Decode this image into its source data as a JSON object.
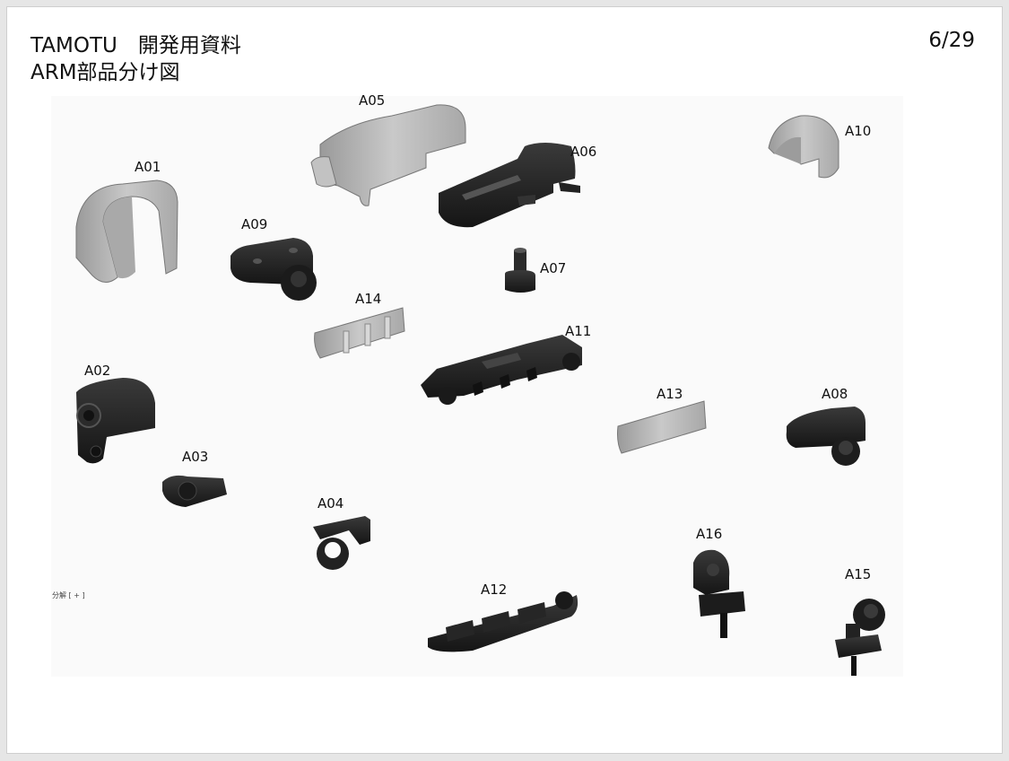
{
  "title": {
    "line1": "TAMOTU　開発用資料",
    "line2": "ARM部品分け図"
  },
  "page_number": "6/29",
  "corner_note": "分解 [ + ]",
  "parts": [
    {
      "id": "A01",
      "label": "A01",
      "shade": "gray"
    },
    {
      "id": "A02",
      "label": "A02",
      "shade": "black"
    },
    {
      "id": "A03",
      "label": "A03",
      "shade": "black"
    },
    {
      "id": "A04",
      "label": "A04",
      "shade": "black"
    },
    {
      "id": "A05",
      "label": "A05",
      "shade": "gray"
    },
    {
      "id": "A06",
      "label": "A06",
      "shade": "black"
    },
    {
      "id": "A07",
      "label": "A07",
      "shade": "black"
    },
    {
      "id": "A08",
      "label": "A08",
      "shade": "black"
    },
    {
      "id": "A09",
      "label": "A09",
      "shade": "black"
    },
    {
      "id": "A10",
      "label": "A10",
      "shade": "gray"
    },
    {
      "id": "A11",
      "label": "A11",
      "shade": "black"
    },
    {
      "id": "A12",
      "label": "A12",
      "shade": "black"
    },
    {
      "id": "A13",
      "label": "A13",
      "shade": "gray"
    },
    {
      "id": "A14",
      "label": "A14",
      "shade": "gray"
    },
    {
      "id": "A15",
      "label": "A15",
      "shade": "black"
    },
    {
      "id": "A16",
      "label": "A16",
      "shade": "black"
    }
  ],
  "colors": {
    "gray_part": "#b8b8b8",
    "black_part": "#222222",
    "background": "#fafafa"
  }
}
